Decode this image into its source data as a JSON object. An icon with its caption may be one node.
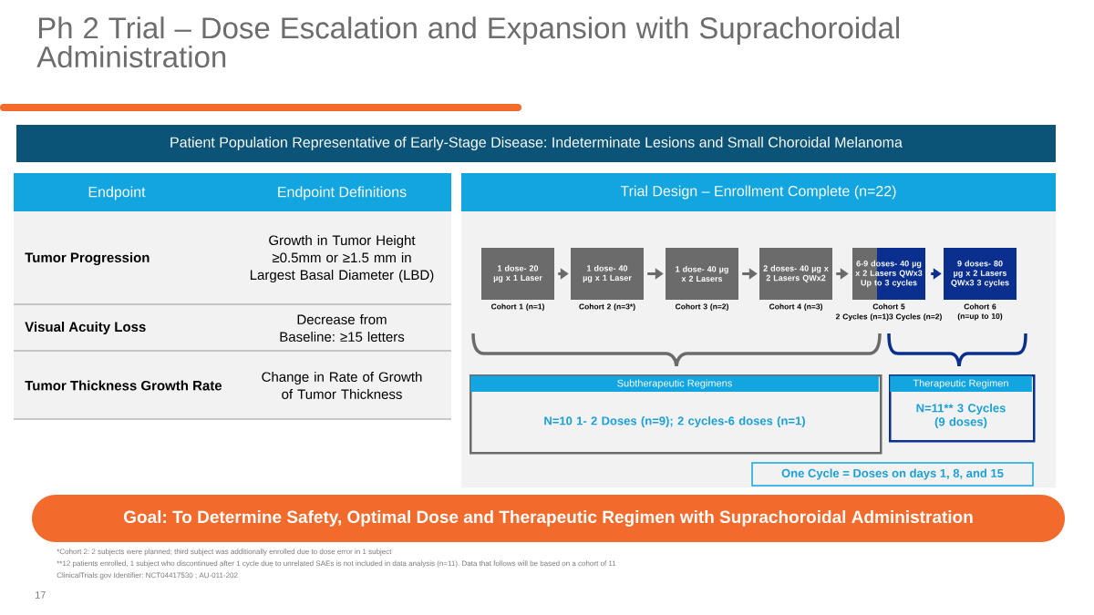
{
  "diagram": {
    "title": "Ph 2 Trial – Dose Escalation and Expansion with Suprachoroidal Administration",
    "nodes": [
      {
        "text": [
          "Patient Population Representative of Early-Stage Disease: Indeterminate Lesions and Small Choroidal Melanoma"
        ]
      },
      {
        "text": [
          "Trial Design – Enrollment Complete (n=22)"
        ]
      },
      {
        "text": [
          "1 dose- 20 µg x 1 Laser"
        ],
        "in": 1,
        "beside": [
          "Cohort 1 (n=1)"
        ]
      },
      {
        "text": [
          "1 dose- 40 µg x 1 Laser"
        ],
        "in": 1,
        "beside": [
          "Cohort 2 (n=3*)"
        ]
      },
      {
        "text": [
          "1 dose- 40 µg x 2 Lasers"
        ],
        "in": 1,
        "beside": [
          "Cohort 3 (n=2)"
        ]
      },
      {
        "text": [
          "2 doses- 40 µg x 2 Lasers QWx2"
        ],
        "in": 1,
        "beside": [
          "Cohort 4 (n=3)"
        ]
      },
      {
        "text": [
          "6-9 doses- 40 µg x 2 Lasers QWx3 Up to 3 cycles"
        ],
        "in": 1,
        "beside": [
          "Cohort 5",
          "2 Cycles (n=1)3 Cycles (n=2)"
        ]
      },
      {
        "text": [
          "9 doses- 80 µg x 2 Lasers QWx3 3 cycles"
        ],
        "in": 1,
        "beside": [
          "Cohort 6 (n=up to 10)"
        ]
      },
      {
        "text": [
          "Subtherapeutic Regimens",
          "N=10 1- 2 Doses (n=9); 2 cycles-6 doses (n=1)"
        ],
        "in": 1
      },
      {
        "text": [
          "Therapeutic Regimen",
          "N=11** 3 Cycles (9 doses)"
        ],
        "in": 1
      },
      {
        "text": [
          "One Cycle = Doses on days 1, 8, and 15"
        ],
        "in": 1
      },
      {
        "text": [
          "Goal: To Determine Safety, Optimal Dose and Therapeutic Regimen with Suprachoroidal Administration"
        ]
      }
    ],
    "edges": [
      {
        "from": 2,
        "to": 3,
        "arrow": "to"
      },
      {
        "from": 3,
        "to": 4,
        "arrow": "to"
      },
      {
        "from": 4,
        "to": 5,
        "arrow": "to"
      },
      {
        "from": 5,
        "to": 6,
        "arrow": "to"
      },
      {
        "from": 6,
        "to": 7,
        "arrow": "to",
        "color": "#0a2f8f"
      }
    ],
    "labels": [
      "Endpoint",
      "Endpoint Definitions",
      "Tumor Progression",
      "Growth in Tumor Height ≥0.5mm or ≥1.5 mm in Largest Basal Diameter (LBD)",
      "Visual Acuity Loss",
      "Decrease from Baseline: ≥15 letters",
      "Tumor Thickness Growth Rate",
      "Change in Rate of Growth of Tumor Thickness",
      "*Cohort 2: 2 subjects were planned; third subject was additionally enrolled due to dose error in 1 subject",
      "**12 patients enrolled, 1 subject who discontinued after 1 cycle due to unrelated SAEs is not included in data analysis (n=11). Data that follows will be based on a cohort of 11",
      "ClinicalTrials.gov Identifier: NCT04417530 ; AU-011-202",
      "17"
    ]
  }
}
